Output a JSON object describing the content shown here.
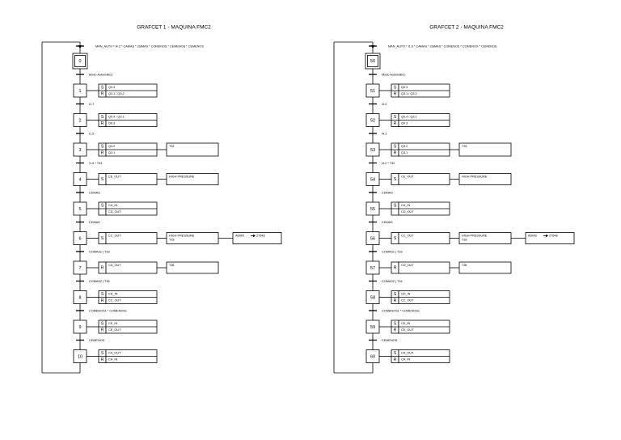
{
  "graphs": [
    {
      "title": "GRAFCET 1 - MAQUINA FMC2",
      "initial_step": "0",
      "initial_transition": "MAN_AUTO * I4.2 * CAMAS * CBMAS * COMENOS * CEMENOS * CEMENOS",
      "steps": [
        {
          "num": "1",
          "qualifiers": [
            "S",
            "R"
          ],
          "actions": [
            "Q0.3",
            "Q3.1 / Q3.2"
          ],
          "boxes": []
        },
        {
          "num": "2",
          "qualifiers": [
            "S",
            "R"
          ],
          "actions": [
            "Q0.4 / Q3.1",
            "Q0.3"
          ],
          "boxes": []
        },
        {
          "num": "3",
          "qualifiers": [
            "S",
            "R"
          ],
          "actions": [
            "Q3.2",
            "Q3.1"
          ],
          "boxes": [
            [
              "T32"
            ]
          ]
        },
        {
          "num": "4",
          "qualifiers": [
            "S"
          ],
          "actions": [
            "CE_OUT"
          ],
          "boxes": [
            [
              "HIGH PRESSURE"
            ]
          ]
        },
        {
          "num": "5",
          "qualifiers": [
            "S"
          ],
          "actions": [
            "CA_IN",
            "CD_OUT"
          ],
          "boxes": []
        },
        {
          "num": "6",
          "qualifiers": [
            "S"
          ],
          "actions": [
            "CC_OUT"
          ],
          "boxes": [
            [
              "HIGH PRESSURE",
              "T33"
            ],
            [
              "ADMS",
              "27648"
            ]
          ]
        },
        {
          "num": "7",
          "qualifiers": [
            "R"
          ],
          "actions": [
            "CD_OUT"
          ],
          "boxes": [
            [
              "T36"
            ]
          ]
        },
        {
          "num": "8",
          "qualifiers": [
            "S",
            "R"
          ],
          "actions": [
            "CD_IN",
            "CC_OUT"
          ],
          "boxes": []
        },
        {
          "num": "9",
          "qualifiers": [
            "S",
            "R"
          ],
          "actions": [
            "CE_IN",
            "CE_OUT"
          ],
          "boxes": []
        },
        {
          "num": "10",
          "qualifiers": [
            "S",
            "R"
          ],
          "actions": [
            "CA_OUT",
            "CA_IN"
          ],
          "boxes": []
        }
      ],
      "transitions": [
        "Modo Automático",
        "I1.7",
        "I1.5",
        "I1.6 * T33",
        "CDMAS",
        "CDMAS",
        "COMAS1 | T33",
        "COMAS2 | T36",
        "COMENOS1 * COMENOS1",
        "CEMENOS"
      ]
    },
    {
      "title": "GRAFCET 2 - MAQUINA FMC2",
      "initial_step": "50",
      "initial_transition": "MAN_AUTO * I1.6 * CAMAS * CBMAS * COMENOS * COMENOS * CEMENOS",
      "steps": [
        {
          "num": "51",
          "qualifiers": [
            "S",
            "R"
          ],
          "actions": [
            "Q0.3",
            "Q3.1 / Q3.2"
          ],
          "boxes": []
        },
        {
          "num": "52",
          "qualifiers": [
            "S",
            "R"
          ],
          "actions": [
            "Q0.4 / Q3.1",
            "Q0.3"
          ],
          "boxes": []
        },
        {
          "num": "53",
          "qualifiers": [
            "S",
            "R"
          ],
          "actions": [
            "Q3.2",
            "Q3.1"
          ],
          "boxes": [
            [
              "T33"
            ]
          ]
        },
        {
          "num": "54",
          "qualifiers": [
            "S"
          ],
          "actions": [
            "CE_OUT"
          ],
          "boxes": [
            [
              "HIGH PRESSURE"
            ]
          ]
        },
        {
          "num": "55",
          "qualifiers": [
            "S"
          ],
          "actions": [
            "CA_IN",
            "CD_OUT"
          ],
          "boxes": []
        },
        {
          "num": "56",
          "qualifiers": [
            "S"
          ],
          "actions": [
            "CC_OUT"
          ],
          "boxes": [
            [
              "HIGH PRESSURE",
              "T33"
            ],
            [
              "ADMS",
              "27648"
            ]
          ]
        },
        {
          "num": "57",
          "qualifiers": [
            "R"
          ],
          "actions": [
            "CD_OUT"
          ],
          "boxes": [
            [
              "T36"
            ]
          ]
        },
        {
          "num": "58",
          "qualifiers": [
            "S",
            "R"
          ],
          "actions": [
            "CD_IN",
            "CC_OUT"
          ],
          "boxes": []
        },
        {
          "num": "59",
          "qualifiers": [
            "S",
            "R"
          ],
          "actions": [
            "CE_IN",
            "CE_OUT"
          ],
          "boxes": []
        },
        {
          "num": "60",
          "qualifiers": [
            "S",
            "R"
          ],
          "actions": [
            "CA_OUT",
            "CA_IN"
          ],
          "boxes": []
        }
      ],
      "transitions": [
        "Modo Automático",
        "I4.0",
        "I4.1",
        "I4.2 * T32",
        "CDMAS",
        "CDMAS",
        "COMAS1 | T33",
        "COMAS2 | T34",
        "COMENOS1 * COMENOS1",
        "CEMENOS"
      ]
    }
  ]
}
